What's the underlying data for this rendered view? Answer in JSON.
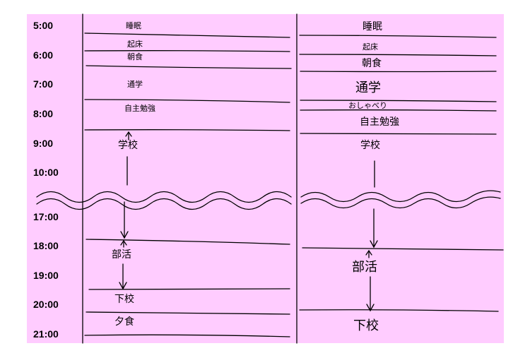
{
  "times": [
    "5:00",
    "6:00",
    "7:00",
    "8:00",
    "9:00",
    "10:00",
    "17:00",
    "18:00",
    "19:00",
    "20:00",
    "21:00"
  ],
  "left_schedule": {
    "sleep": "睡眠",
    "wake": "起床",
    "breakfast": "朝食",
    "commute": "通学",
    "self_study": "自主勉強",
    "school": "学校",
    "club": "部活",
    "leave": "下校",
    "dinner": "夕食"
  },
  "right_schedule": {
    "sleep": "睡眠",
    "wake": "起床",
    "breakfast": "朝食",
    "commute": "通学",
    "chat": "おしゃべり",
    "self_study": "自主勉強",
    "school": "学校",
    "club": "部活",
    "leave": "下校"
  }
}
